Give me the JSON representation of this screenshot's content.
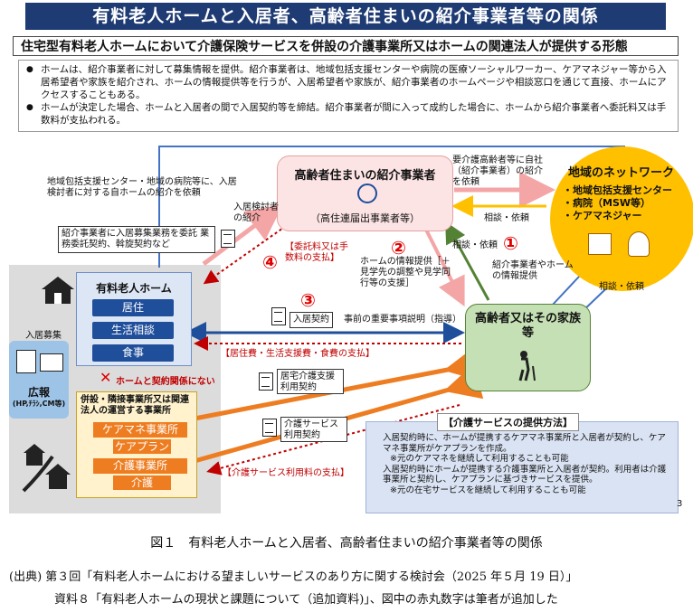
{
  "title": "有料老人ホームと入居者、高齢者住まいの紹介事業者等の関係",
  "subtitle": "住宅型有料老人ホームにおいて介護保険サービスを併設の介護事業所又はホームの関連法人が提供する形態",
  "bullets": [
    "ホームは、紹介事業者に対して募集情報を提供。紹介事業者は、地域包括支援センターや病院の医療ソーシャルワーカー、ケアマネジャー等から入居希望者や家族を紹介され、ホームの情報提供等を行うが、入居希望者や家族が、紹介事業者のホームページや相談窓口を通じて直接、ホームにアクセスすることもある。",
    "ホームが決定した場合、ホームと入居者の間で入居契約等を締結。紹介事業者が間に入って成約した場合に、ホームから紹介事業者へ委託料又は手数料が支払われる。"
  ],
  "nodes": {
    "introducer_title": "高齢者住まいの紹介事業者",
    "introducer_sub": "（高住連届出事業者等）",
    "network_title": "地域のネットワーク",
    "network_items": [
      "・地域包括支援センター",
      "・病院（MSW等）",
      "・ケアマネジャー"
    ],
    "home_title": "有料老人ホーム",
    "home_items": [
      "居住",
      "生活相談",
      "食事"
    ],
    "resident_title": "高齢者又はその家族等",
    "affiliate_title": "併設・隣接事業所又は関連法人の運営する事業所",
    "care_office": "ケアマネ事業所",
    "care_plan": "ケアプラン",
    "nursing_office": "介護事業所",
    "nursing": "介護",
    "ad_title": "広報",
    "ad_sub": "(HP,ﾁﾗｼ,CM等)",
    "recruit": "入居募集"
  },
  "labels": {
    "referral_top": "地域包括支援センター・地域の病院等に、入居検討者に対する自ホームの紹介を依頼",
    "consign_box": "紹介事業者に入居募集業務を委託 業務委託契約、斡旋契約など",
    "introduce_candidates": "入居検討者の紹介",
    "fee": "【委託料又は手数料の支払】",
    "num1": "①",
    "num2": "②",
    "num3": "③",
    "num4": "④",
    "request_intro": "要介護高齢者等に自社（紹介事業者）の紹介を依頼",
    "consult1": "相談・依頼",
    "consult2": "相談・依頼",
    "consult3": "相談・依頼",
    "info_provide": "ホームの情報提供［＋見学先の調整や見学同行等の支援］",
    "introducer_info": "紹介事業者やホームの情報提供",
    "contract": "入居契約",
    "explain": "事前の重要事項説明（指導）",
    "payment": "【居住費・生活支援費・食費の支払】",
    "no_contract": "ホームと契約関係にない",
    "kyotaku": "居宅介護支援利用契約",
    "kaigo_contract": "介護サービス利用契約",
    "kaigo_payment": "【介護サービス利用料の支払】",
    "x_mark": "✕"
  },
  "service_method": {
    "title": "【介護サービスの提供方法】",
    "items": [
      "入居契約時に、ホームが提携するケアマネ事業所と入居者が契約し、ケアマネ事業所がケアプランを作成。",
      "※元のケアマネを継続して利用することも可能",
      "入居契約時にホームが提携する介護事業所と入居者が契約。利用者は介護事業所と契約し、ケアプランに基づきサービスを提供。",
      "※元の在宅サービスを継続して利用することも可能"
    ]
  },
  "page_number": "3",
  "caption": "図１　有料老人ホームと入居者、高齢者住まいの紹介事業者等の関係",
  "source_line1": "(出典) 第３回「有料老人ホームにおける望ましいサービスのあり方に関する検討会（2025 年５月 19 日）」",
  "source_line2": "資料８「有料老人ホームの現状と課題について（追加資料)」、図中の赤丸数字は筆者が追加した",
  "colors": {
    "navy": "#1f3b73",
    "blue": "#1f4e9b",
    "orange": "#ee7d21",
    "green": "#548235",
    "red": "#c00000",
    "pink": "#f4a6a6",
    "yellow": "#ffc000"
  }
}
